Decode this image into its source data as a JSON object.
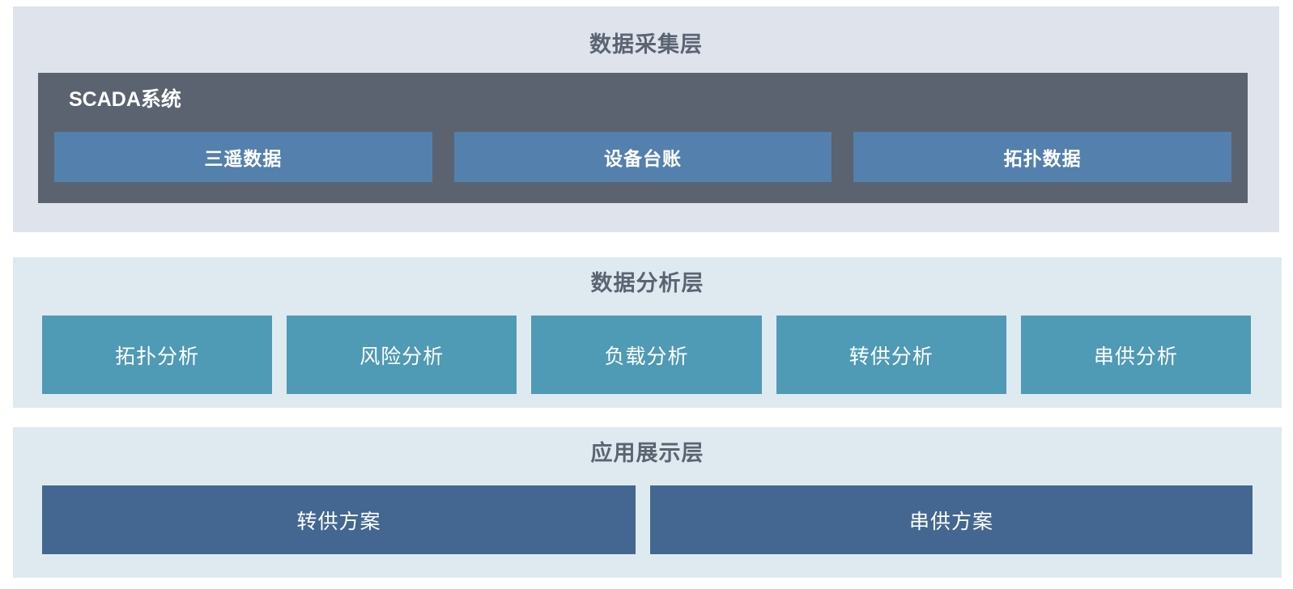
{
  "diagram": {
    "type": "layered-architecture",
    "orientation": "vertical",
    "background": "#ffffff",
    "layers": [
      {
        "id": "collection",
        "title": "数据采集层",
        "background": "#dfe3ec",
        "title_color": "#5a6472",
        "panel": {
          "title": "SCADA系统",
          "background": "#5b6370",
          "title_color": "#ffffff",
          "boxes": [
            {
              "label": "三遥数据",
              "color": "#5480ae"
            },
            {
              "label": "设备台账",
              "color": "#5480ae"
            },
            {
              "label": "拓扑数据",
              "color": "#5480ae"
            }
          ]
        }
      },
      {
        "id": "analysis",
        "title": "数据分析层",
        "background": "#dfeaf0",
        "title_color": "#5a6472",
        "boxes": [
          {
            "label": "拓扑分析",
            "color": "#4f9ab5"
          },
          {
            "label": "风险分析",
            "color": "#4f9ab5"
          },
          {
            "label": "负载分析",
            "color": "#4f9ab5"
          },
          {
            "label": "转供分析",
            "color": "#4f9ab5"
          },
          {
            "label": "串供分析",
            "color": "#4f9ab5"
          }
        ]
      },
      {
        "id": "application",
        "title": "应用展示层",
        "background": "#dfeaf0",
        "title_color": "#5a6472",
        "boxes": [
          {
            "label": "转供方案",
            "color": "#436791"
          },
          {
            "label": "串供方案",
            "color": "#436791"
          }
        ]
      }
    ]
  }
}
